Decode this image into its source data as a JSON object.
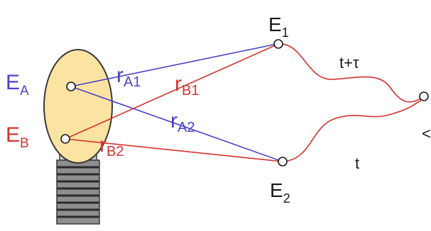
{
  "colors": {
    "blue": "#4a43c8",
    "red": "#d4332e",
    "black": "#1a1a1a",
    "bulb_fill": "#fbe3a2",
    "bulb_stroke": "#3a3a3a",
    "base_fill": "#8e8e8e",
    "neck_fill": "#cfcfcf"
  },
  "labels": {
    "ea": {
      "main": "E",
      "sub": "A"
    },
    "eb": {
      "main": "E",
      "sub": "B"
    },
    "e1": {
      "main": "E",
      "sub": "1"
    },
    "e2": {
      "main": "E",
      "sub": "2"
    },
    "ra1": {
      "main": "r",
      "sub": "A1"
    },
    "ra2": {
      "main": "r",
      "sub": "A2"
    },
    "rb1": {
      "main": "r",
      "sub": "B1"
    },
    "rb2": {
      "main": "r",
      "sub": "B2"
    },
    "t_tau": "t+τ",
    "t": "t",
    "edge_char": "<"
  }
}
